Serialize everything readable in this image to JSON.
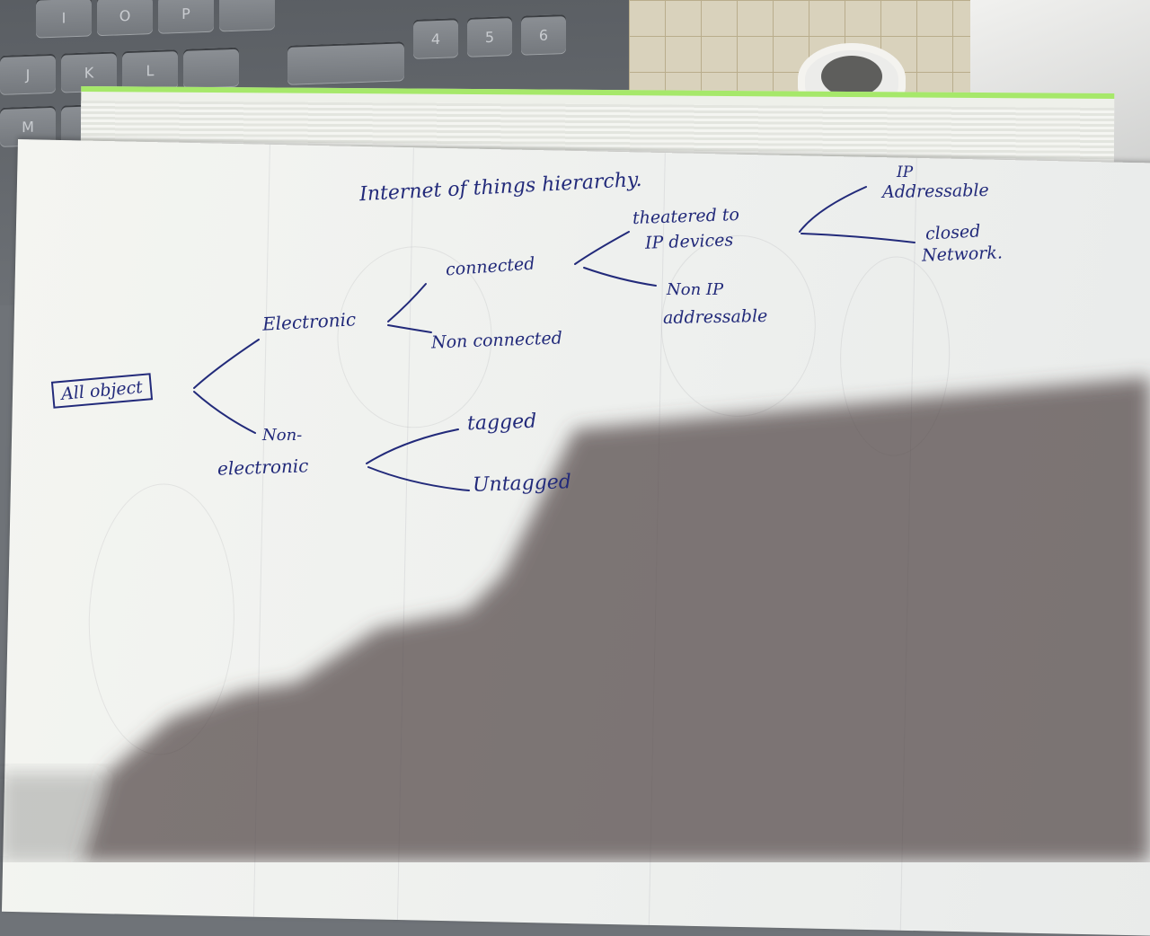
{
  "keyboard": {
    "keys_row1": [
      "I",
      "O",
      "P",
      "",
      "4",
      "5",
      "6"
    ],
    "keys_row2": [
      "J",
      "K",
      "L",
      "",
      ""
    ],
    "keys_row3": [
      "M",
      ""
    ]
  },
  "note": {
    "title": "Internet of things hierarchy.",
    "nodes": {
      "root": "All object",
      "electronic": "Electronic",
      "non_electronic_line1": "Non-",
      "non_electronic_line2": "electronic",
      "connected": "connected",
      "non_connected": "Non connected",
      "tethered_line1": "theatered to",
      "tethered_line2": "IP devices",
      "non_ip_line1": "Non IP",
      "non_ip_line2": "addressable",
      "ip_line1": "IP",
      "ip_line2": "Addressable",
      "closed_line1": "closed",
      "closed_line2": "Network.",
      "tagged": "tagged",
      "untagged": "Untagged"
    }
  },
  "colors": {
    "ink": "#222a7a",
    "paper": "#f1f2ee",
    "keyboard": "#6c7075",
    "notebook_edge_accent": "#a6e86a"
  }
}
